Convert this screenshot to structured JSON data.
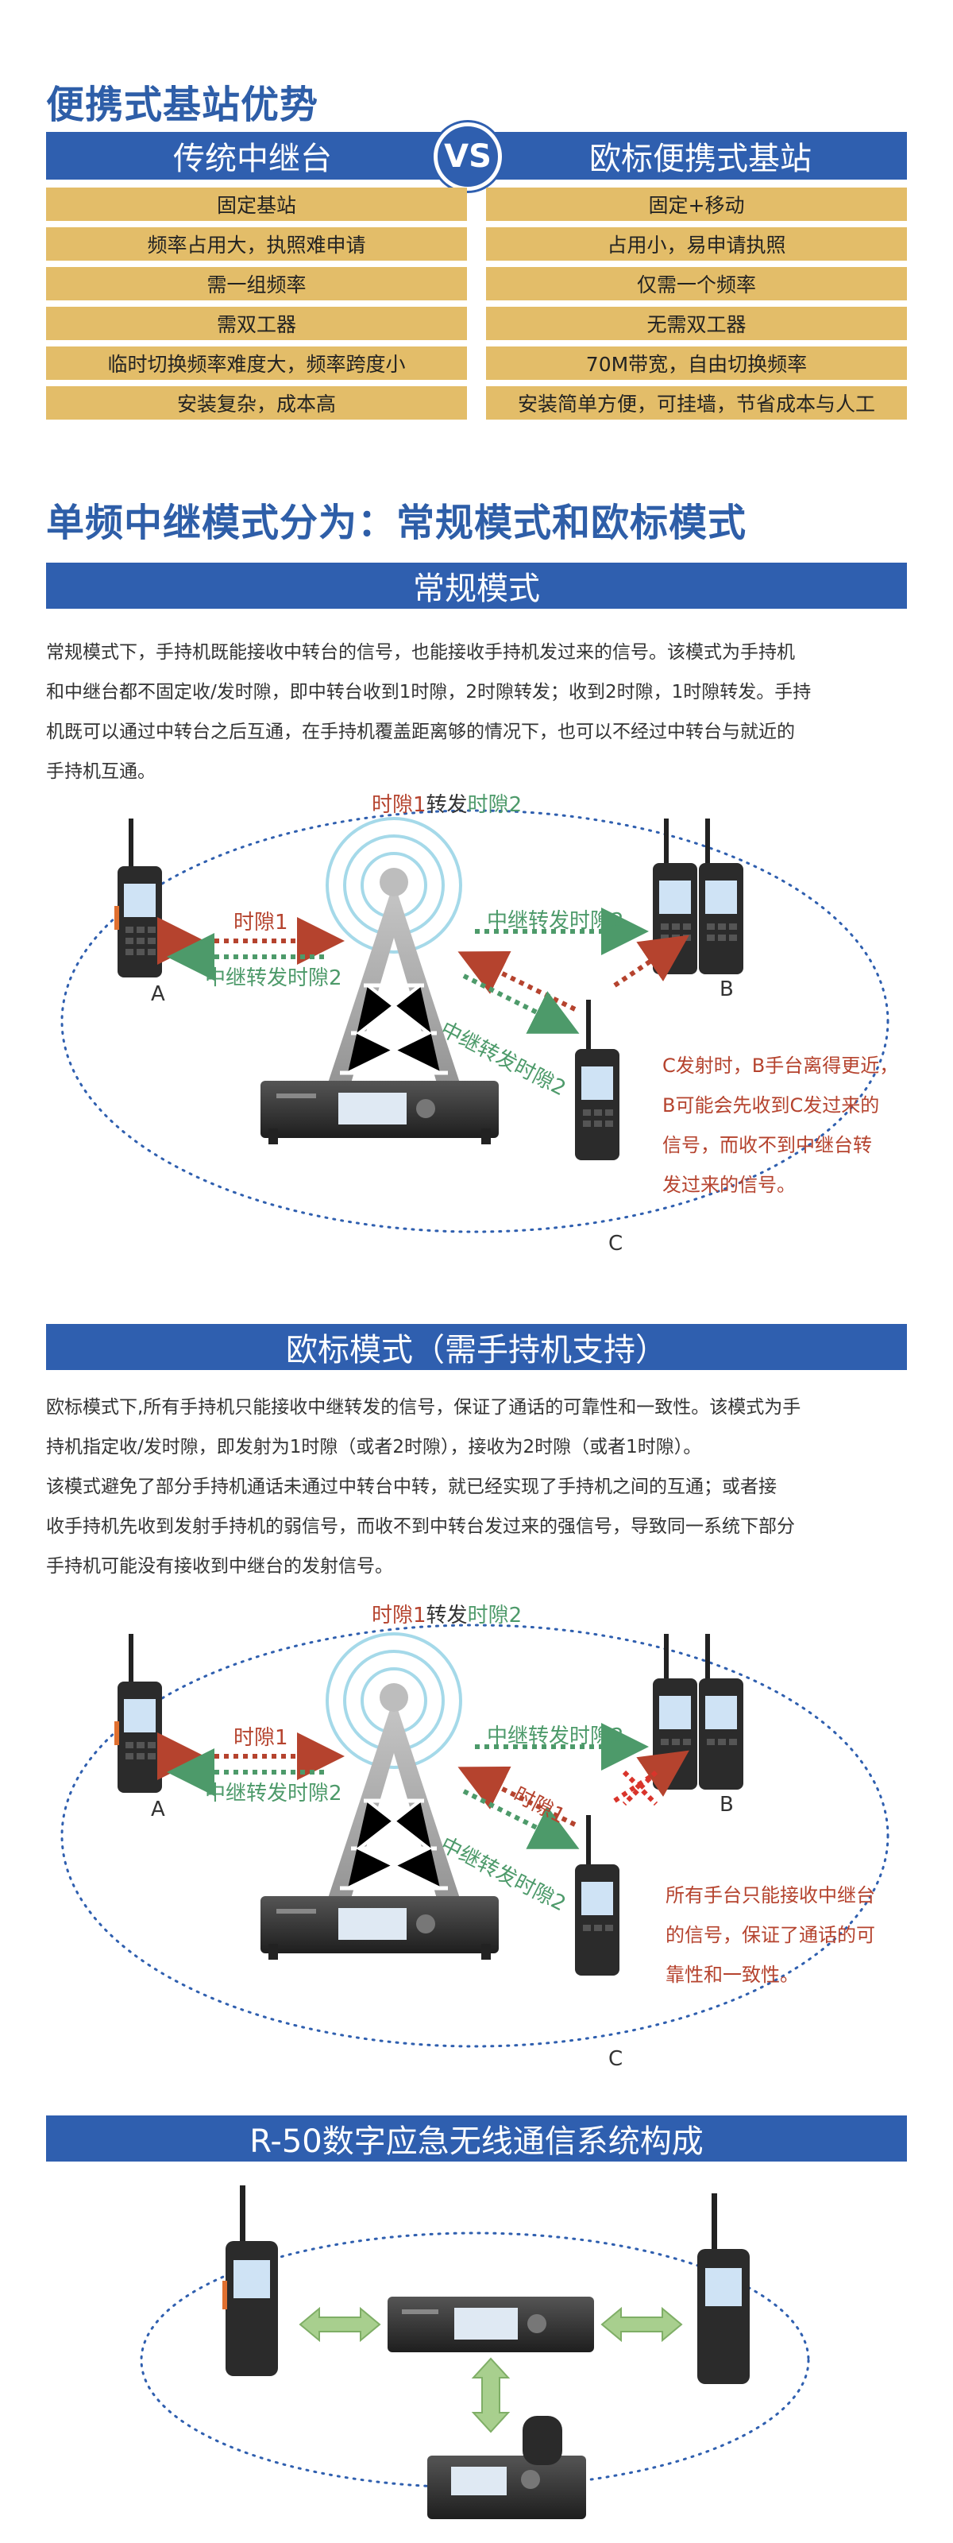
{
  "advantages": {
    "title": "便携式基站优势",
    "left_header": "传统中继台",
    "vs": "VS",
    "right_header": "欧标便携式基站",
    "rows": [
      {
        "left": "固定基站",
        "right": "固定+移动"
      },
      {
        "left": "频率占用大，执照难申请",
        "right": "占用小，易申请执照"
      },
      {
        "left": "需一组频率",
        "right": "仅需一个频率"
      },
      {
        "left": "需双工器",
        "right": "无需双工器"
      },
      {
        "left": "临时切换频率难度大，频率跨度小",
        "right": "70M带宽，自由切换频率"
      },
      {
        "left": "安装复杂，成本高",
        "right": "安装简单方便，可挂墙，节省成本与人工"
      }
    ]
  },
  "modes": {
    "title": "单频中继模式分为：常规模式和欧标模式",
    "normal": {
      "band": "常规模式",
      "lines": [
        "常规模式下，手持机既能接收中转台的信号，也能接收手持机发过来的信号。该模式为手持机",
        "和中继台都不固定收/发时隙，即中转台收到1时隙，2时隙转发；收到2时隙，1时隙转发。手持",
        "机既可以通过中转台之后互通，在手持机覆盖距离够的情况下，也可以不经过中转台与就近的",
        "手持机互通。"
      ],
      "diagram": {
        "top_a": "时隙1",
        "top_b": "转发",
        "top_c": "时隙2",
        "slot1": "时隙1",
        "relay2_left": "中继转发时隙2",
        "relay2_right": "中继转发时隙2",
        "relay2_diag": "中继转发时隙2",
        "label_a": "A",
        "label_b": "B",
        "label_c": "C",
        "note": [
          "C发射时，B手台离得更近，",
          "B可能会先收到C发过来的",
          "信号，而收不到中继台转",
          "发过来的信号。"
        ]
      }
    },
    "etsi": {
      "band": "欧标模式（需手持机支持）",
      "lines": [
        "欧标模式下,所有手持机只能接收中继转发的信号，保证了通话的可靠性和一致性。该模式为手",
        "持机指定收/发时隙，即发射为1时隙（或者2时隙），接收为2时隙（或者1时隙）。",
        "该模式避免了部分手持机通话未通过中转台中转，就已经实现了手持机之间的互通；或者接",
        "收手持机先收到发射手持机的弱信号，而收不到中转台发过来的强信号，导致同一系统下部分",
        "手持机可能没有接收到中继台的发射信号。"
      ],
      "diagram": {
        "top_a": "时隙1",
        "top_b": "转发",
        "top_c": "时隙2",
        "slot1": "时隙1",
        "slot1_diag": "时隙1",
        "relay2_left": "中继转发时隙2",
        "relay2_right": "中继转发时隙2",
        "relay2_diag": "中继转发时隙2",
        "label_a": "A",
        "label_b": "B",
        "label_c": "C",
        "note": [
          "所有手台只能接收中继台",
          "的信号，保证了通话的可",
          "靠性和一致性。"
        ]
      }
    }
  },
  "system": {
    "band": "R-50数字应急无线通信系统构成"
  },
  "colors": {
    "primary_blue": "#2f5faf",
    "gold": "#e3bd69",
    "red_label": "#b5432e",
    "green_label": "#4d9a6a"
  }
}
